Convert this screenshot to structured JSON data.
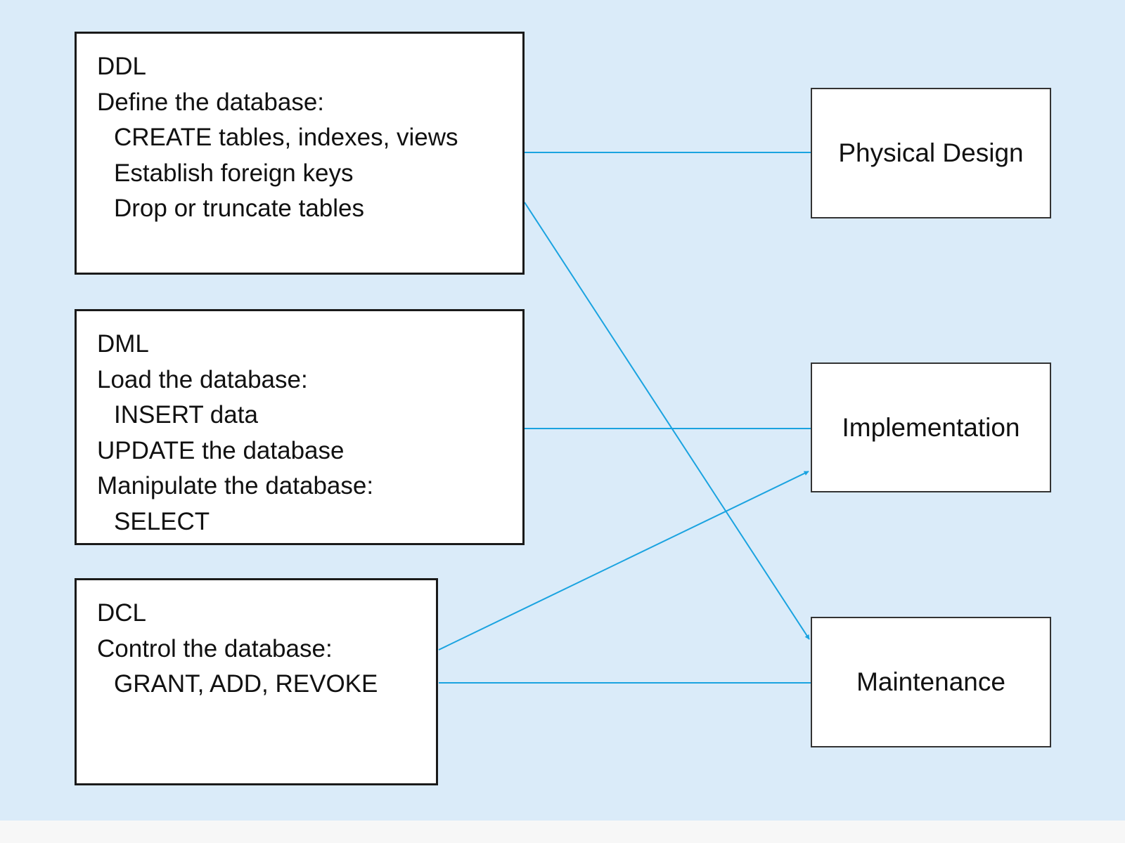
{
  "diagram": {
    "accent_color": "#1aa3e0",
    "sources": [
      {
        "id": "ddl",
        "heading": "DDL",
        "lines": [
          {
            "text": "Define the database:",
            "indent": false
          },
          {
            "text": "CREATE tables, indexes, views",
            "indent": true
          },
          {
            "text": "Establish foreign keys",
            "indent": true
          },
          {
            "text": "Drop or truncate tables",
            "indent": true
          }
        ]
      },
      {
        "id": "dml",
        "heading": "DML",
        "lines": [
          {
            "text": "Load the database:",
            "indent": false
          },
          {
            "text": "INSERT data",
            "indent": true
          },
          {
            "text": "UPDATE the database",
            "indent": false
          },
          {
            "text": "Manipulate the database:",
            "indent": false
          },
          {
            "text": "SELECT",
            "indent": true
          }
        ]
      },
      {
        "id": "dcl",
        "heading": "DCL",
        "lines": [
          {
            "text": "Control the database:",
            "indent": false
          },
          {
            "text": "GRANT, ADD, REVOKE",
            "indent": true
          }
        ]
      }
    ],
    "targets": [
      {
        "id": "physical-design",
        "label": "Physical Design"
      },
      {
        "id": "implementation",
        "label": "Implementation"
      },
      {
        "id": "maintenance",
        "label": "Maintenance"
      }
    ],
    "connections": [
      {
        "from": "ddl",
        "to": "physical-design"
      },
      {
        "from": "ddl",
        "to": "maintenance"
      },
      {
        "from": "dml",
        "to": "implementation"
      },
      {
        "from": "dcl",
        "to": "implementation"
      },
      {
        "from": "dcl",
        "to": "maintenance"
      }
    ]
  }
}
